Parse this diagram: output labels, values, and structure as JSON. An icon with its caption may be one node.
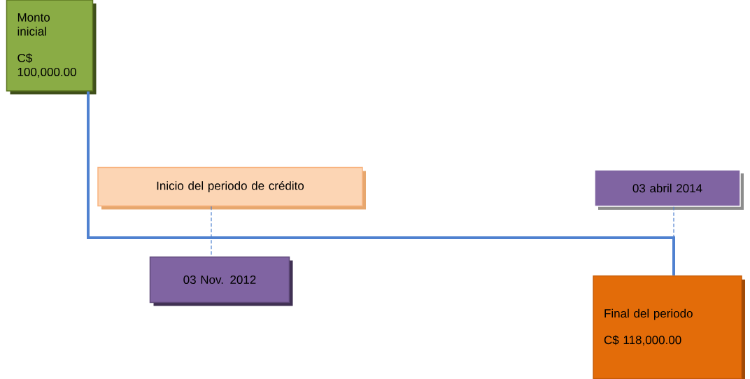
{
  "diagram": {
    "nodes": [
      {
        "text": [
          "Monto inicial",
          "C$ 100,000.00"
        ]
      },
      {
        "text": [
          "Inicio del periodo de crédito"
        ]
      },
      {
        "text": [
          "03 abril 2014"
        ]
      },
      {
        "text": [
          "03 Nov. 2012"
        ]
      },
      {
        "text": [
          "Final del periodo",
          "C$ 118,000.00"
        ]
      }
    ],
    "edges": [
      {
        "from": 0,
        "to": 4,
        "arrow": "none",
        "style": "thick"
      },
      {
        "from": 1,
        "to": 3,
        "arrow": "none",
        "style": "dashed"
      },
      {
        "from": 2,
        "to": null,
        "arrow": "none",
        "style": "dashed"
      }
    ]
  }
}
